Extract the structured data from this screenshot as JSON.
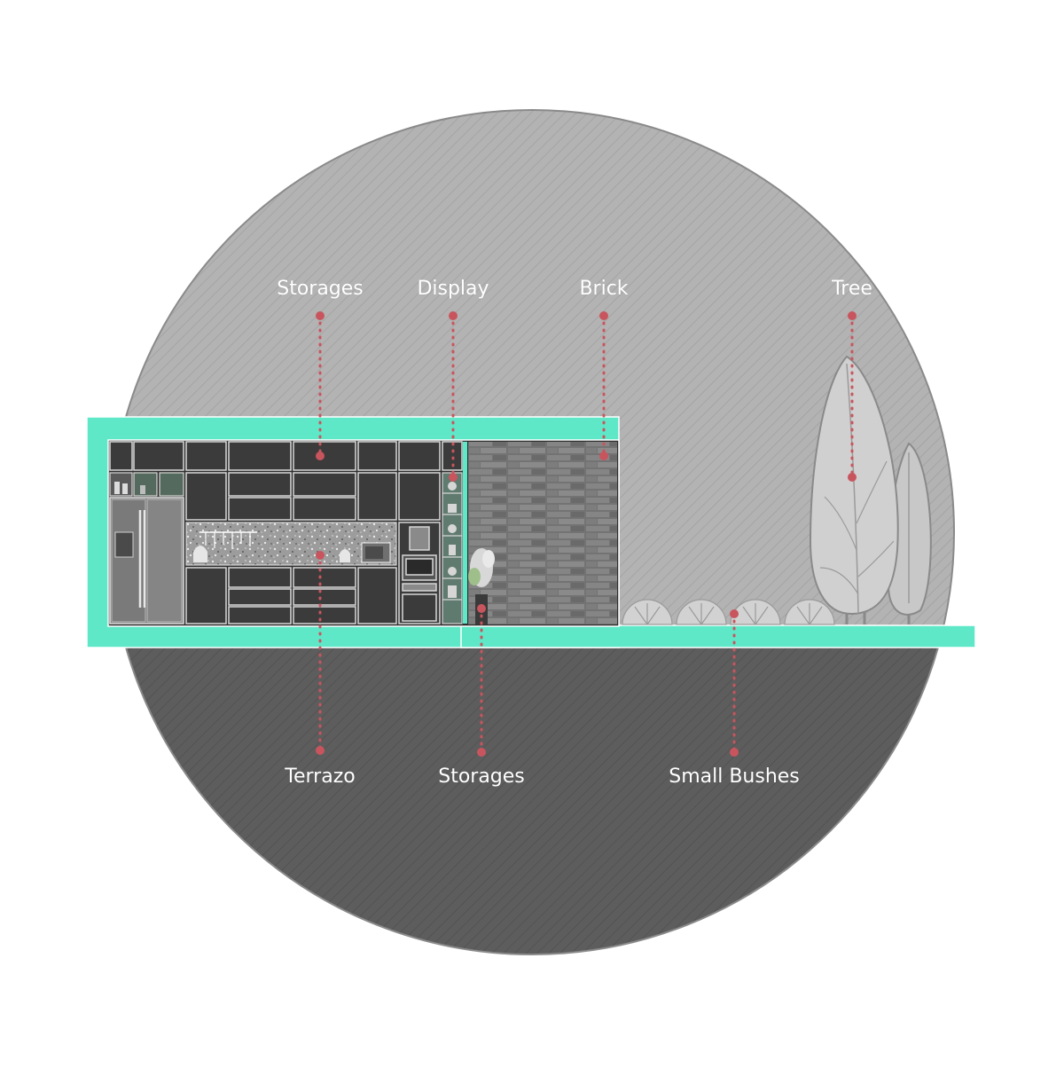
{
  "colors": {
    "accent": "#5ee8c8",
    "leader": "#c8555e",
    "upper": "#b0b0b0",
    "lower": "#5c5c5c",
    "cabinet": "#3a3a3a",
    "brick": "#7a7a7a"
  },
  "labels": {
    "top": [
      {
        "id": "storages-top",
        "text": "Storages"
      },
      {
        "id": "display",
        "text": "Display"
      },
      {
        "id": "brick",
        "text": "Brick"
      },
      {
        "id": "tree",
        "text": "Tree"
      }
    ],
    "bottom": [
      {
        "id": "terrazo",
        "text": "Terrazo"
      },
      {
        "id": "storages-bottom",
        "text": "Storages"
      },
      {
        "id": "small-bushes",
        "text": "Small Bushes"
      }
    ]
  }
}
